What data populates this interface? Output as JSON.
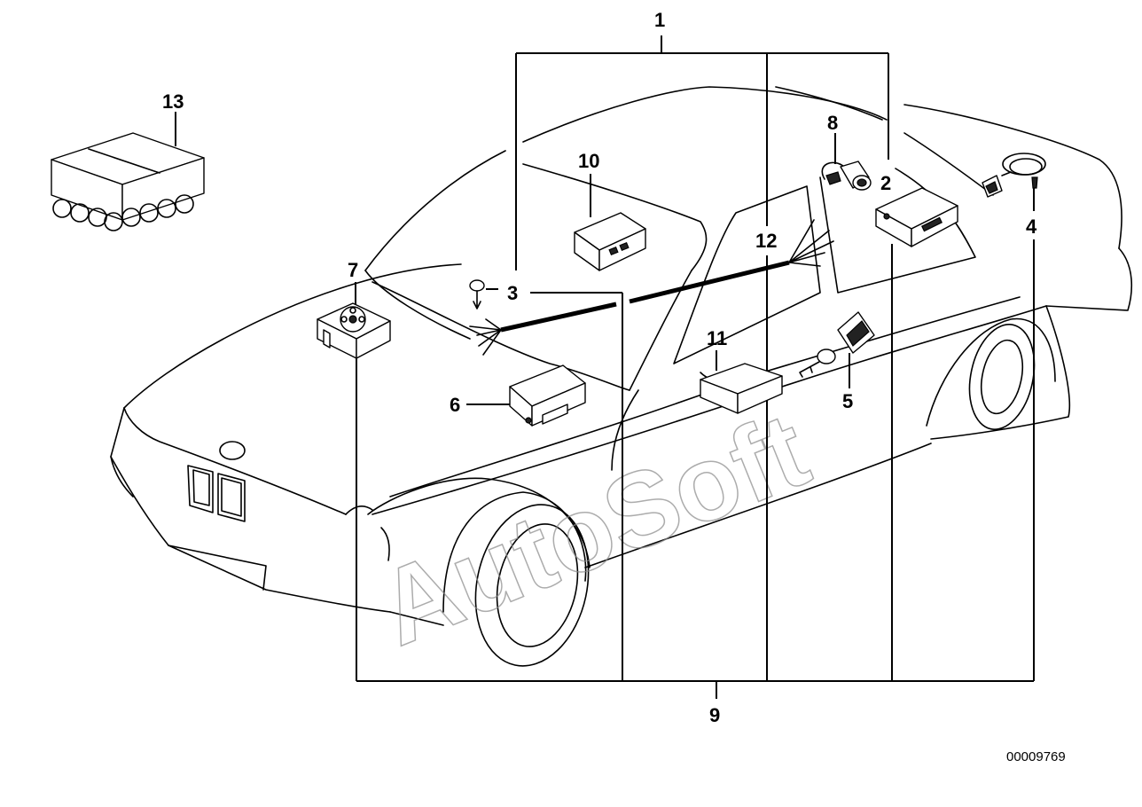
{
  "callouts": [
    {
      "id": "1",
      "label": "1"
    },
    {
      "id": "2",
      "label": "2"
    },
    {
      "id": "3",
      "label": "3"
    },
    {
      "id": "4",
      "label": "4"
    },
    {
      "id": "5",
      "label": "5"
    },
    {
      "id": "6",
      "label": "6"
    },
    {
      "id": "7",
      "label": "7"
    },
    {
      "id": "8",
      "label": "8"
    },
    {
      "id": "9",
      "label": "9"
    },
    {
      "id": "10",
      "label": "10"
    },
    {
      "id": "11",
      "label": "11"
    },
    {
      "id": "12",
      "label": "12"
    },
    {
      "id": "13",
      "label": "13"
    }
  ],
  "reference_number": "00009769",
  "watermark": "AutoSoft"
}
